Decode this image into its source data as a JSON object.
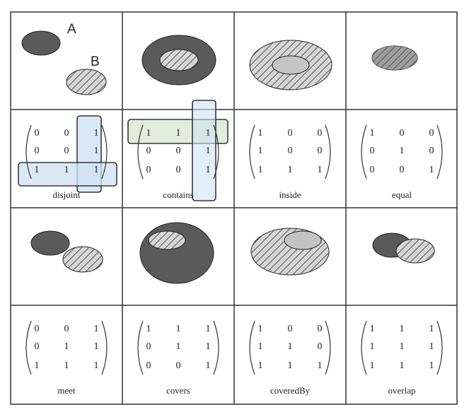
{
  "labels": {
    "a": "A",
    "b": "B"
  },
  "colors": {
    "dark_fill": "#5a5a5a",
    "hatch_bg": "#d6d6d6",
    "hatch_line": "#555555",
    "row_highlight": "#d9ead3",
    "col_highlight": "#cfe2f3"
  },
  "relations": [
    {
      "name": "disjoint",
      "matrix": [
        [
          0,
          0,
          1
        ],
        [
          0,
          0,
          1
        ],
        [
          1,
          1,
          1
        ]
      ]
    },
    {
      "name": "contains",
      "matrix": [
        [
          1,
          1,
          1
        ],
        [
          0,
          0,
          1
        ],
        [
          0,
          0,
          1
        ]
      ]
    },
    {
      "name": "inside",
      "matrix": [
        [
          1,
          0,
          0
        ],
        [
          1,
          0,
          0
        ],
        [
          1,
          1,
          1
        ]
      ]
    },
    {
      "name": "equal",
      "matrix": [
        [
          1,
          0,
          0
        ],
        [
          0,
          1,
          0
        ],
        [
          0,
          0,
          1
        ]
      ]
    },
    {
      "name": "meet",
      "matrix": [
        [
          0,
          0,
          1
        ],
        [
          0,
          1,
          1
        ],
        [
          1,
          1,
          1
        ]
      ]
    },
    {
      "name": "covers",
      "matrix": [
        [
          1,
          1,
          1
        ],
        [
          0,
          1,
          1
        ],
        [
          0,
          0,
          1
        ]
      ]
    },
    {
      "name": "coveredBy",
      "matrix": [
        [
          1,
          0,
          0
        ],
        [
          1,
          1,
          0
        ],
        [
          1,
          1,
          1
        ]
      ]
    },
    {
      "name": "overlap",
      "matrix": [
        [
          1,
          1,
          1
        ],
        [
          1,
          1,
          1
        ],
        [
          1,
          1,
          1
        ]
      ]
    }
  ]
}
